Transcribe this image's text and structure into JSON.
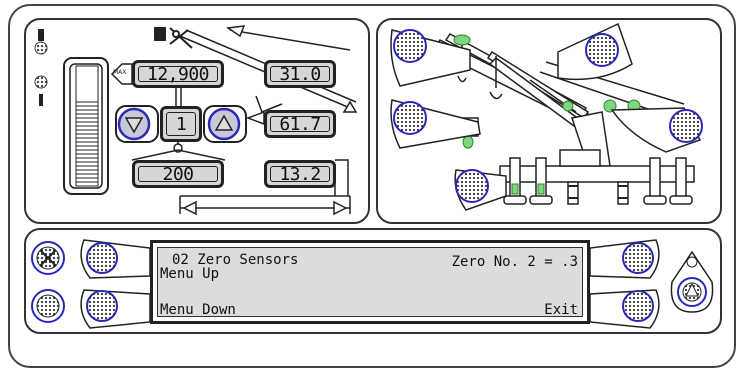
{
  "load_display": {
    "load": "12,900",
    "max_tag": "MAX",
    "capacity": "200",
    "boom_angle": "31.0",
    "boom_length": "61.7",
    "radius": "13.2",
    "function_number": "1"
  },
  "menu_screen": {
    "title": "02 Zero Sensors",
    "menu_up": "Menu Up",
    "menu_down": "Menu Down",
    "zero_reading": "Zero No. 2 = .3",
    "exit": "Exit"
  },
  "colors": {
    "frame": "#333333",
    "lcd_background": "#d6d6d6",
    "indicator_green": "#7fd67f",
    "button_ring_blue": "#2a2ab8"
  },
  "icons": [
    "warning-light-icon",
    "alarm-light-icon",
    "crane-boom-icon",
    "outrigger-icon",
    "horn-icon",
    "buzzer-silence-icon"
  ]
}
